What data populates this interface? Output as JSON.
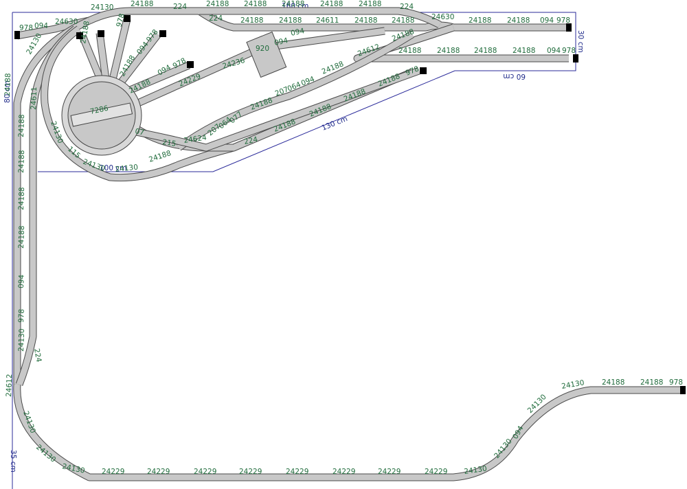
{
  "dimensions": {
    "left_height": "80 cm",
    "top_width": "160 cm",
    "right_height": "30 cm",
    "inner_width": "60 cm",
    "diagonal": "130 cm",
    "inner_bottom": "100 cm",
    "bottom_left": "35 cm"
  },
  "turntable_label": "7286",
  "accessory_label": "920",
  "labels": {
    "l01": "24130",
    "l02": "24188",
    "l03": "224",
    "l04": "24188",
    "l05": "24188",
    "l06": "24188",
    "l07": "24188",
    "l08": "24188",
    "l09": "224",
    "l10": "24630",
    "l11": "24188",
    "l12": "24188",
    "l13": "094",
    "l14": "978",
    "l15": "978",
    "l16": "094",
    "l17": "24630",
    "l18": "224",
    "l19": "24188",
    "l20": "24188",
    "l21": "24611",
    "l22": "24188",
    "l23": "24188",
    "l24": "24188",
    "l25": "24612",
    "l26": "24188",
    "l27": "24188",
    "l28": "24188",
    "l29": "24188",
    "l30": "094",
    "l31": "978",
    "l32": "094",
    "l33": "094",
    "l34": "24236",
    "l35": "24229",
    "l36": "24188",
    "l37": "094",
    "l38": "978",
    "l39": "094",
    "l40": "978",
    "l41": "24188",
    "l42": "978",
    "l43": "24130",
    "l44": "24611",
    "l45": "24130",
    "l46": "115",
    "l47": "24130",
    "l48": "24130",
    "l49": "24188",
    "l50": "24624",
    "l51": "207",
    "l52": "064",
    "l53": "077",
    "l54": "224",
    "l55": "24188",
    "l56": "24188",
    "l57": "24188",
    "l58": "24188",
    "l59": "207",
    "l60": "064",
    "l61": "094",
    "l62": "24188",
    "l63": "24188",
    "l64": "978",
    "l65": "215",
    "l66": "07",
    "l67": "24188",
    "l68": "24612",
    "l69": "224",
    "l70": "24130",
    "l71": "24130",
    "l72": "24130",
    "l73": "24130",
    "l74": "24229",
    "l75": "24229",
    "l76": "24229",
    "l77": "24229",
    "l78": "24229",
    "l79": "24229",
    "l80": "24229",
    "l81": "24229",
    "l82": "24130",
    "l83": "24130",
    "l84": "094",
    "l85": "24130",
    "l86": "24130",
    "l87": "24188",
    "l88": "24188",
    "l89": "978",
    "l90": "24188",
    "l91": "24188",
    "l92": "24188",
    "l93": "24188",
    "l94": "094",
    "l95": "978",
    "l96": "24188"
  }
}
